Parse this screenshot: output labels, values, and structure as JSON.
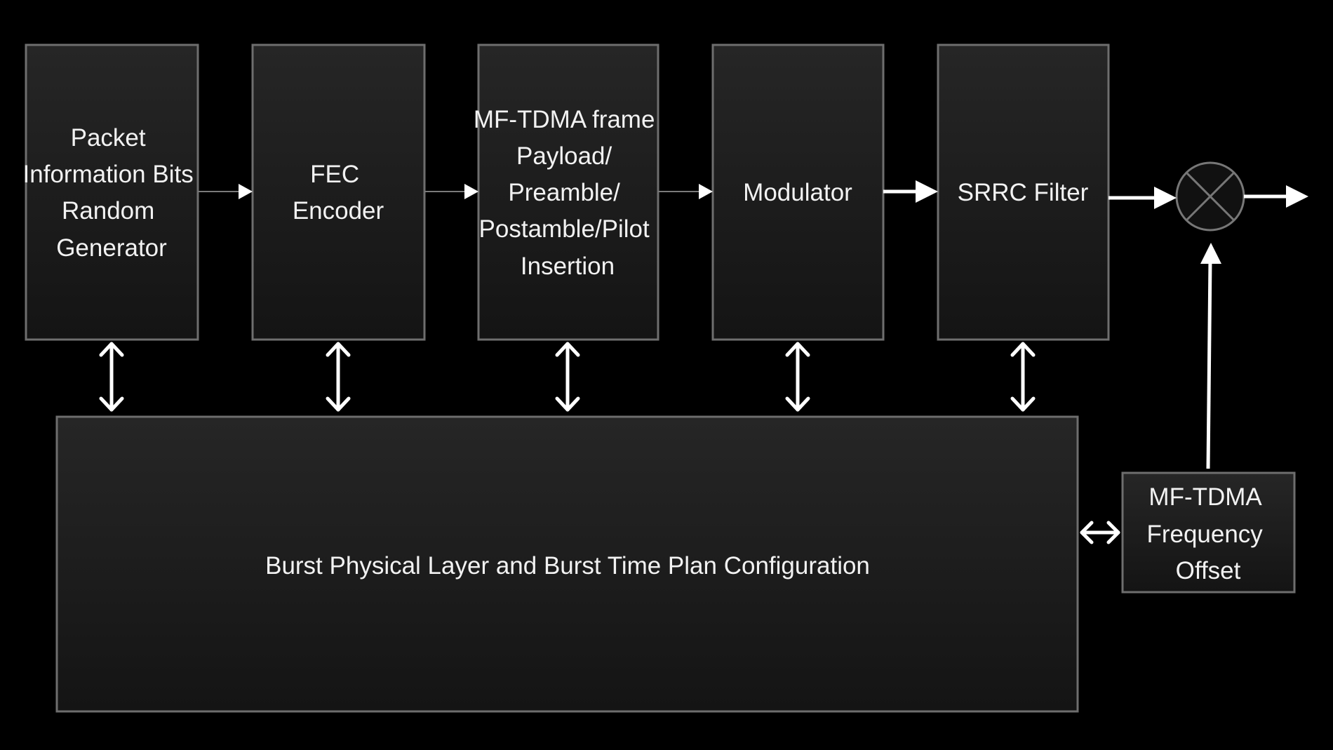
{
  "diagram": {
    "blocks": {
      "packet_generator": [
        "Packet",
        "Information Bits",
        "Random",
        "Generator"
      ],
      "fec_encoder": [
        "FEC",
        "Encoder"
      ],
      "frame_insertion": [
        "MF-TDMA frame",
        "Payload/",
        "Preamble/",
        "Postamble/Pilot",
        "Insertion"
      ],
      "modulator": [
        "Modulator"
      ],
      "srrc_filter": [
        "SRRC Filter"
      ],
      "frequency_offset": [
        "MF-TDMA",
        "Frequency",
        "Offset"
      ],
      "configuration": "Burst Physical Layer and Burst Time Plan Configuration"
    },
    "icons": {
      "mixer": "multiplier-circle-icon"
    },
    "colors": {
      "background": "#000000",
      "block_fill_top": "#262626",
      "block_fill_bottom": "#141414",
      "text": "#f2f2f2",
      "arrow": "#ffffff"
    }
  }
}
